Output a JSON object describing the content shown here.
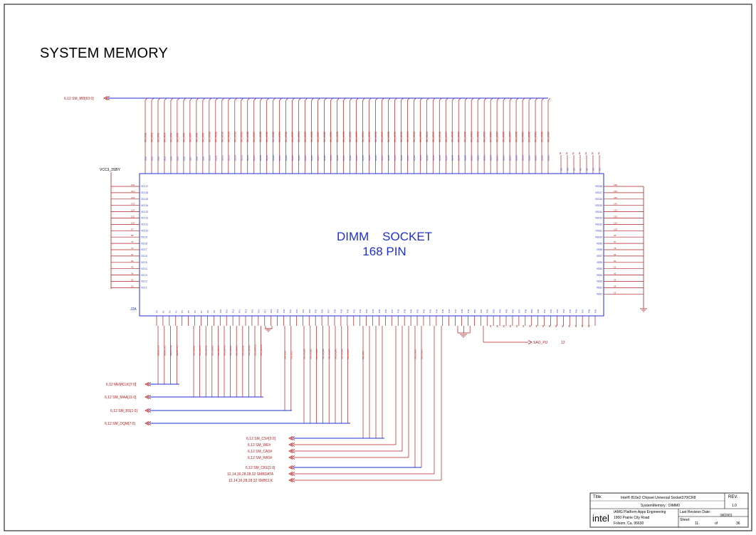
{
  "page": {
    "title": "SYSTEM MEMORY"
  },
  "part": {
    "name_line1": "DIMM    SOCKET",
    "name_line2": "168 PIN",
    "refdes": "J2A",
    "power_net": "VCC3_3SBY",
    "left_pins": [
      "VCC17",
      "VCC16",
      "VCC15",
      "VCC14",
      "VCC13",
      "VCC12",
      "VCC11",
      "VCC10",
      "VCC9",
      "VCC8",
      "VCC7",
      "VCC6",
      "VCC5",
      "VCC4",
      "VCC3",
      "VCC2",
      "VCC1"
    ],
    "right_pins": [
      "VSS18",
      "VSS17",
      "VSS16",
      "VSS15",
      "VSS14",
      "VSS13",
      "VSS12",
      "VSS11",
      "VSS10",
      "VSS9",
      "VSS8",
      "VSS7",
      "VSS6",
      "VSS5",
      "VSS4",
      "VSS3",
      "VSS2",
      "VSS1"
    ]
  },
  "nets": {
    "top": "6,12 SM_MD[63:0]",
    "left": [
      "6,12 MEMCLK[7:0]",
      "6,12 SM_MAA[11:0]",
      "6,12 SM_BS[1:0]",
      "6,12 SM_DQM[7:0]"
    ],
    "bottom": [
      "6,12 SM_CS#[3:0]",
      "6,12 SM_WE#",
      "6,12 SM_CAS#",
      "6,12 SM_RAS#",
      "6,12 SM_CKE[1:0]",
      "12,14,16,28,28,32 SMBDATA",
      "12,14,16,28,28,32 SMBCLK"
    ],
    "sao": "SAO_PU",
    "sao_ref": "12"
  },
  "title_block": {
    "title_label": "Title:",
    "title_line1": "Intel® 810e2 Chipset Universal Socket370/CR8",
    "title_line2": "SystemMemory : DIMM0",
    "rev_label": "REV.",
    "rev": "1.0",
    "logo": "intel",
    "org1": "IAMG Platform Apps Engineering",
    "org2": "1900 Prairie City Road",
    "org3": "Folsom, Ca. 95630",
    "last_rev_label": "Last Revision Date:",
    "last_rev": "9/02/01",
    "sheet_label": "Sheet:",
    "sheet": "11",
    "of": "of",
    "total": "36"
  },
  "colors": {
    "red": "#b02020",
    "blue": "#1f2fd0",
    "black": "#000000"
  }
}
